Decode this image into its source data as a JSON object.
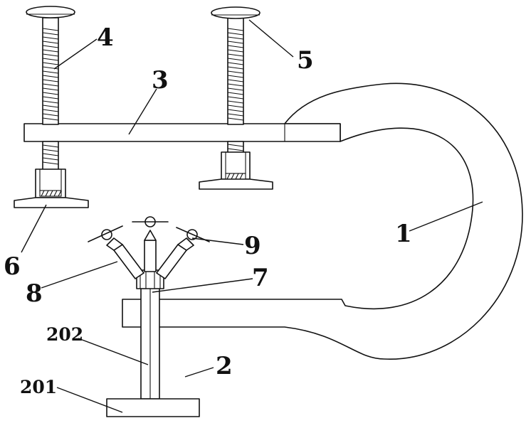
{
  "labels": {
    "l1": "1",
    "l2": "2",
    "l3": "3",
    "l4": "4",
    "l5": "5",
    "l6": "6",
    "l7": "7",
    "l8": "8",
    "l9": "9",
    "l201": "201",
    "l202": "202"
  }
}
